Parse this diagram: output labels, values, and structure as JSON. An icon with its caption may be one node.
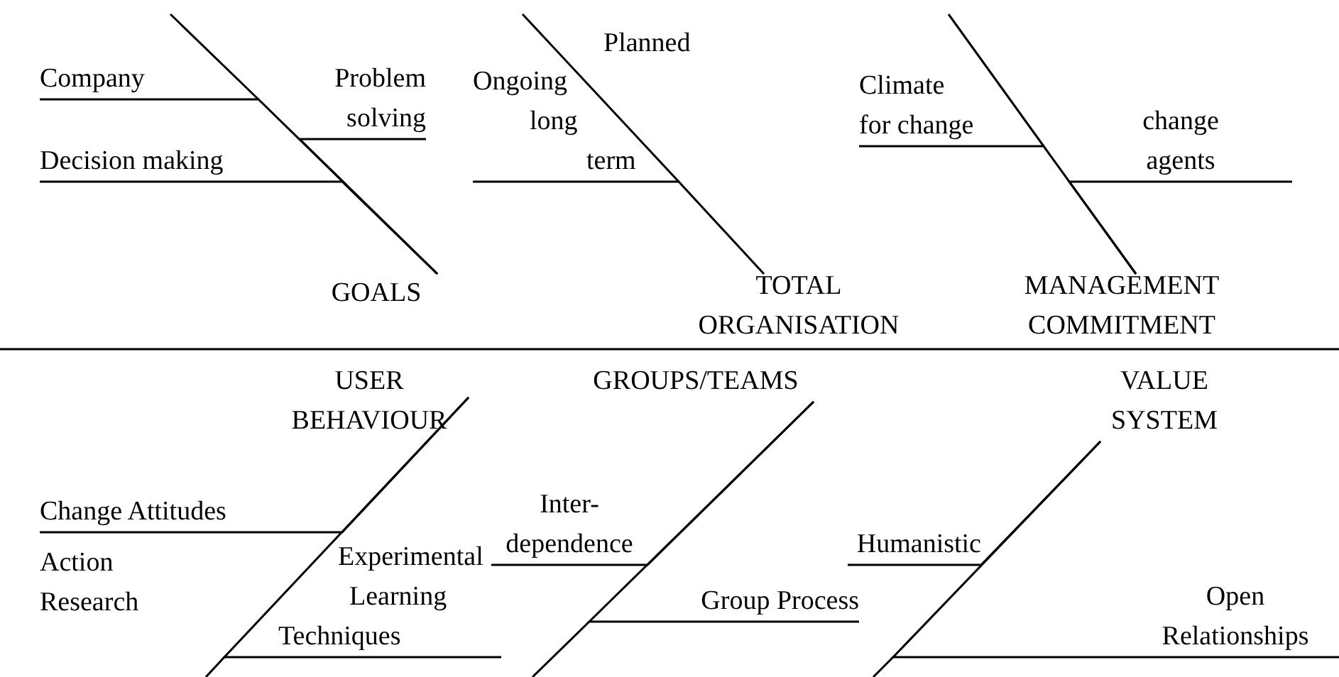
{
  "diagram": {
    "nodes": [
      {
        "text": [
          "Company"
        ]
      },
      {
        "text": [
          "Problem solving"
        ]
      },
      {
        "text": [
          "Decision making"
        ]
      },
      {
        "text": [
          "Ongoing long term"
        ]
      },
      {
        "text": [
          "Climate for change"
        ]
      },
      {
        "text": [
          "change agents"
        ]
      },
      {
        "text": [
          "GOALS"
        ]
      },
      {
        "text": [
          "TOTAL ORGANISATION"
        ]
      },
      {
        "text": [
          "MANAGEMENT COMMITMENT"
        ]
      },
      {
        "text": [
          "USER BEHAVIOUR"
        ]
      },
      {
        "text": [
          "GROUPS/TEAMS"
        ]
      },
      {
        "text": [
          "VALUE SYSTEM"
        ]
      },
      {
        "text": [
          "Change Attitudes"
        ]
      },
      {
        "text": [
          "Inter- dependence"
        ]
      },
      {
        "text": [
          "Humanistic"
        ]
      },
      {
        "text": [
          "Experimental Learning Techniques"
        ]
      },
      {
        "text": [
          "Group Process"
        ]
      },
      {
        "text": [
          "Open Relationships"
        ]
      }
    ],
    "edges": [
      {
        "from": 0,
        "to": 6,
        "arrow": "none"
      },
      {
        "from": 1,
        "to": 6,
        "arrow": "none"
      },
      {
        "from": 2,
        "to": 6,
        "arrow": "none"
      },
      {
        "from": 3,
        "to": 7,
        "arrow": "none"
      },
      {
        "from": 4,
        "to": 8,
        "arrow": "none"
      },
      {
        "from": 5,
        "to": 8,
        "arrow": "none"
      },
      {
        "from": 12,
        "to": 9,
        "arrow": "none"
      },
      {
        "from": 15,
        "to": 9,
        "arrow": "none"
      },
      {
        "from": 13,
        "to": 10,
        "arrow": "none"
      },
      {
        "from": 16,
        "to": 10,
        "arrow": "none"
      },
      {
        "from": 14,
        "to": 11,
        "arrow": "none"
      },
      {
        "from": 17,
        "to": 11,
        "arrow": "none"
      }
    ],
    "labels": [
      "Planned",
      "Action Research"
    ]
  }
}
